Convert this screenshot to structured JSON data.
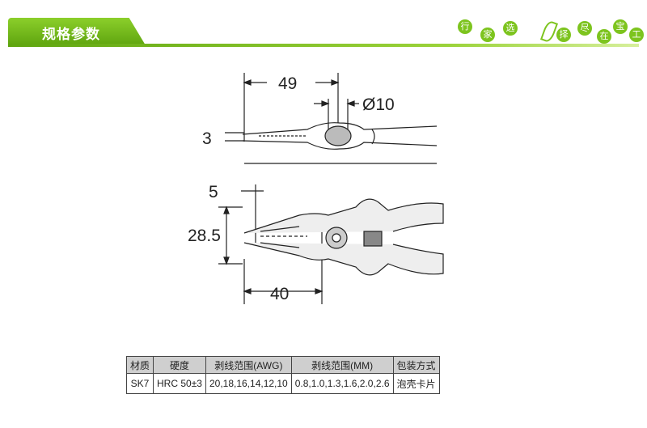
{
  "header": {
    "title": "规格参数",
    "slogan_chars": [
      "行",
      "家",
      "选",
      "择",
      "尽",
      "在",
      "宝",
      "工"
    ],
    "accent_color": "#6db51a"
  },
  "drawing": {
    "dimensions": {
      "overall_tip": "49",
      "pivot_diameter": "Ø10",
      "thickness": "3",
      "tip_marker": "5",
      "jaw_height": "28.5",
      "jaw_length": "40"
    }
  },
  "spec_table": {
    "headers": [
      "材质",
      "硬度",
      "剥线范围(AWG)",
      "剥线范围(MM)",
      "包装方式"
    ],
    "row": [
      "SK7",
      "HRC 50±3",
      "20,18,16,14,12,10",
      "0.8,1.0,1.3,1.6,2.0,2.6",
      "泡壳卡片"
    ]
  }
}
